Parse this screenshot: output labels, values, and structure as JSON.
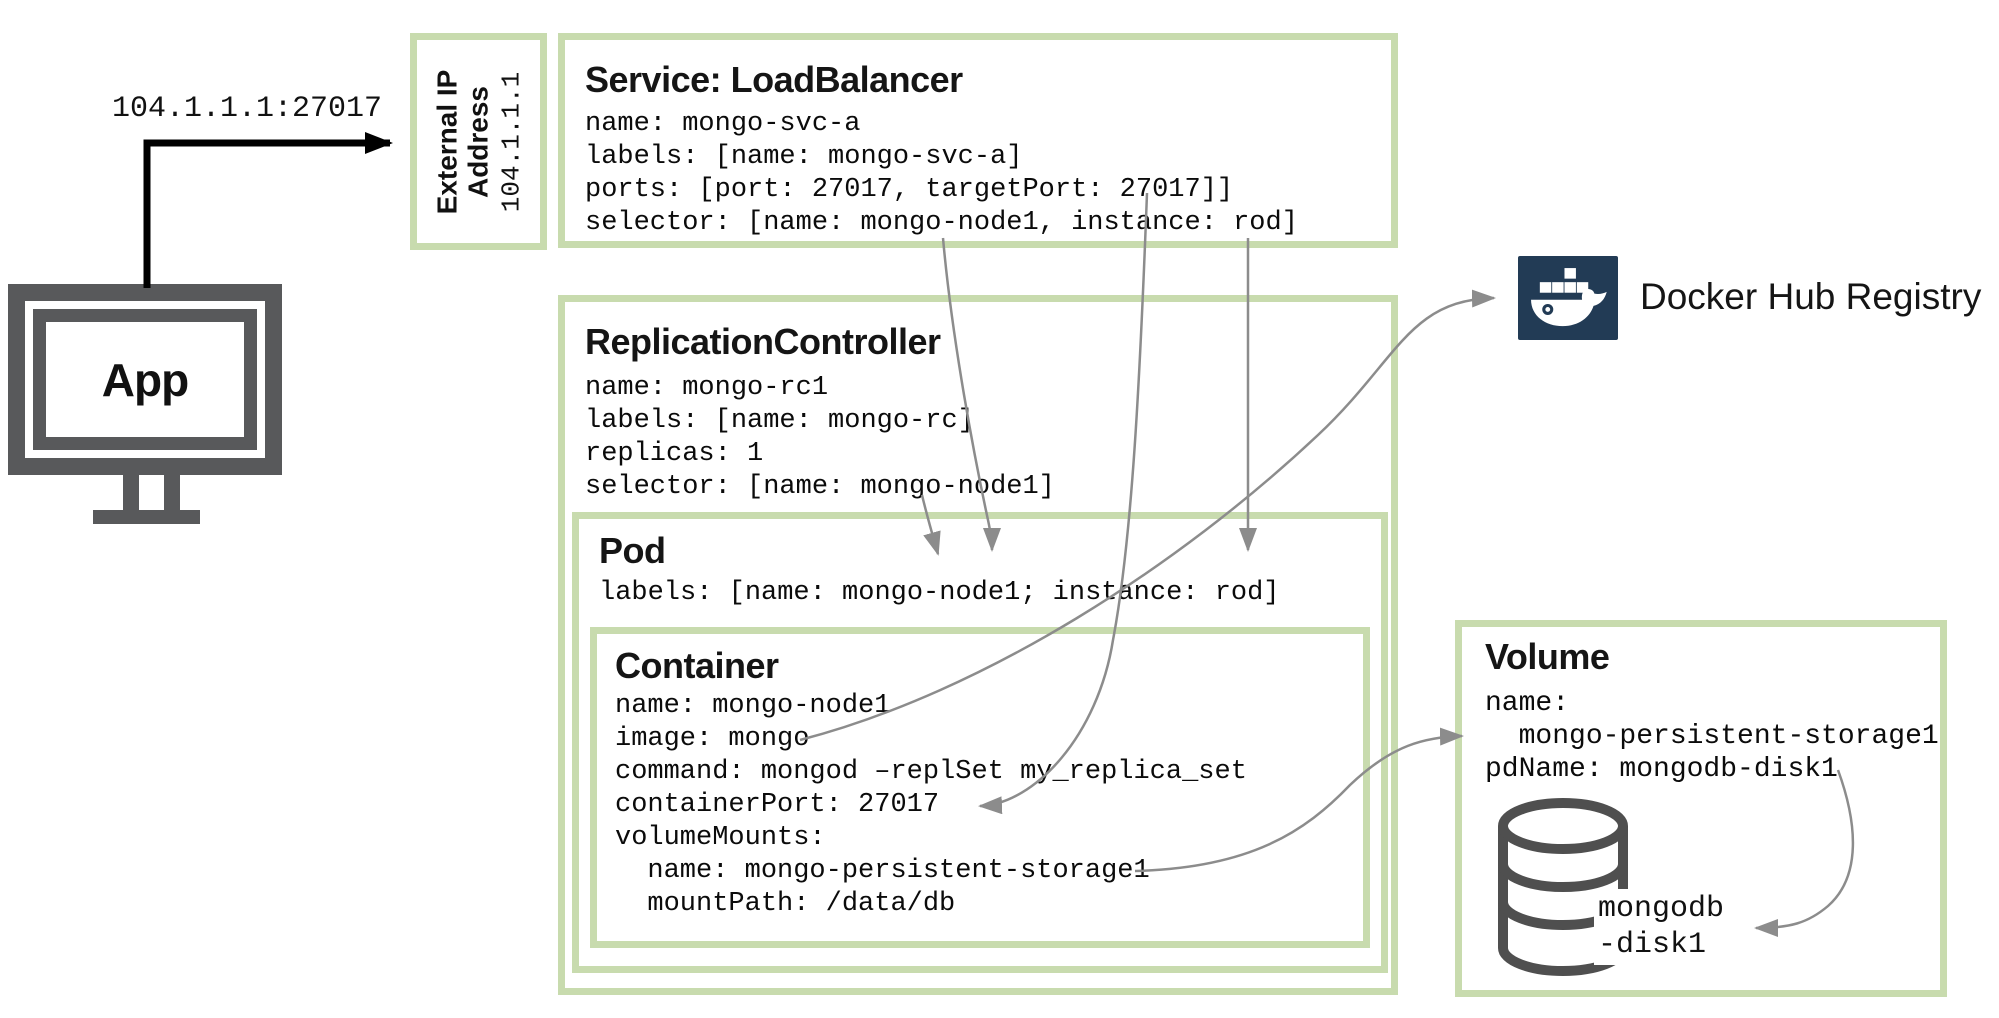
{
  "colors": {
    "green_border": "#c8dbae",
    "connector_gray": "#8c8c8c",
    "monitor_gray": "#58595b",
    "docker_navy": "#223b55"
  },
  "client": {
    "ip_port_label": "104.1.1.1:27017",
    "app_label": "App"
  },
  "external_ip": {
    "title_line1": "External IP",
    "title_line2": "Address",
    "ip": "104.1.1.1"
  },
  "service": {
    "title": "Service: LoadBalancer",
    "lines": [
      "name: mongo-svc-a",
      "labels: [name: mongo-svc-a]",
      "ports: [port: 27017, targetPort: 27017]]",
      "selector: [name: mongo-node1, instance: rod]"
    ]
  },
  "replication_controller": {
    "title": "ReplicationController",
    "lines": [
      "name: mongo-rc1",
      "labels: [name: mongo-rc]",
      "replicas: 1",
      "selector: [name: mongo-node1]"
    ]
  },
  "pod": {
    "title": "Pod",
    "lines": [
      "labels: [name: mongo-node1; instance: rod]"
    ]
  },
  "container": {
    "title": "Container",
    "lines": [
      "name: mongo-node1",
      "image: mongo",
      "command: mongod –replSet my_replica_set",
      "containerPort: 27017",
      "volumeMounts:",
      "  name: mongo-persistent-storage1",
      "  mountPath: /data/db"
    ]
  },
  "volume": {
    "title": "Volume",
    "lines": [
      "name:",
      "  mongo-persistent-storage1",
      "pdName: mongodb-disk1"
    ],
    "disk_label_line1": "mongodb",
    "disk_label_line2": "-disk1"
  },
  "docker": {
    "label": "Docker Hub Registry"
  }
}
